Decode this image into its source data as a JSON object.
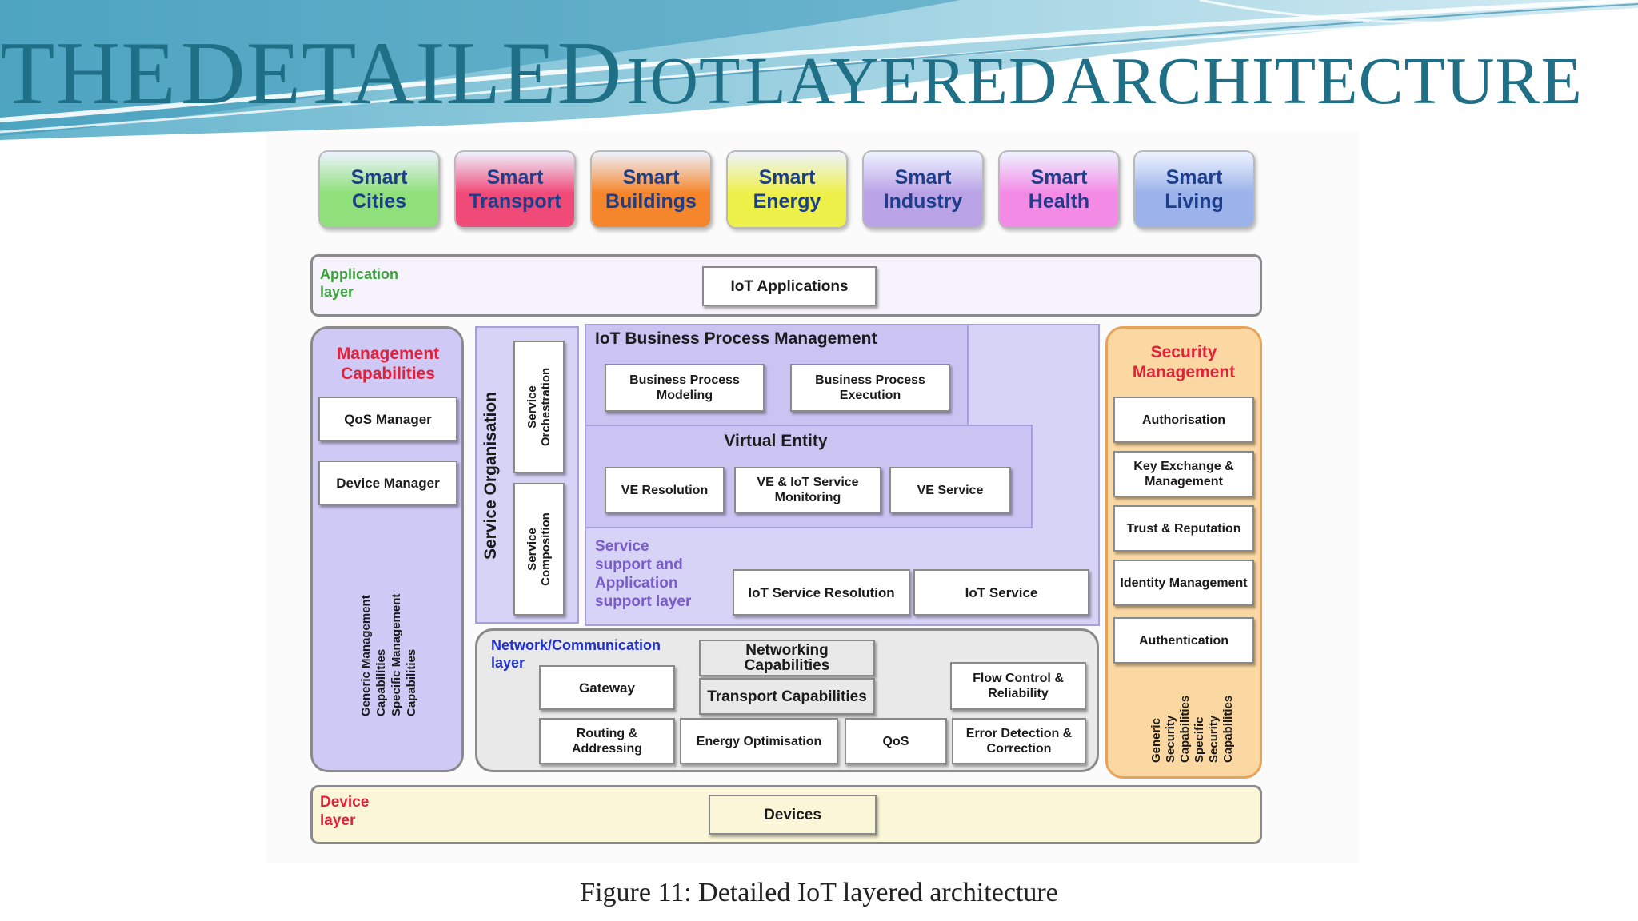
{
  "slide": {
    "title": {
      "part1": "THE",
      "part2": "DETAILED",
      "part3": "IOT",
      "part4": "LAYERED",
      "part5": "ARCHITECTURE"
    },
    "caption": "Figure 11: Detailed IoT layered architecture"
  },
  "colors": {
    "title": "#1f6f86",
    "lavender": "#cfc9f5",
    "security_orange": "#fbd7a2",
    "device_layer": "#fbf6d8"
  },
  "applications": [
    {
      "label": "Smart Cities",
      "color": "#8fe07a"
    },
    {
      "label": "Smart Transport",
      "color": "#f04a78"
    },
    {
      "label": "Smart Buildings",
      "color": "#f6862c"
    },
    {
      "label": "Smart Energy",
      "color": "#eef04a"
    },
    {
      "label": "Smart Industry",
      "color": "#b9a2e6"
    },
    {
      "label": "Smart Health",
      "color": "#f38ae6"
    },
    {
      "label": "Smart Living",
      "color": "#9bb3ea"
    }
  ],
  "application_layer": {
    "label": "Application layer",
    "box": "IoT Applications"
  },
  "management": {
    "title": "Management Capabilities",
    "items": [
      "QoS Manager",
      "Device Manager"
    ],
    "vertical_text": [
      "Generic Management",
      "Capabilities",
      "Specific Management",
      "Capabilities"
    ]
  },
  "service_organisation": {
    "label": "Service Organisation",
    "orchestration": "Service Orchestration",
    "composition": "Service Composition"
  },
  "business_process": {
    "title": "IoT Business Process Management",
    "items": [
      "Business Process Modeling",
      "Business Process Execution"
    ]
  },
  "virtual_entity": {
    "title": "Virtual Entity",
    "items": [
      "VE Resolution",
      "VE & IoT Service Monitoring",
      "VE Service"
    ]
  },
  "service_support": {
    "label": "Service support and Application support layer",
    "items": [
      "IoT Service Resolution",
      "IoT Service"
    ]
  },
  "network": {
    "label": "Network/Communication layer",
    "networking": "Networking Capabilities",
    "transport": "Transport Capabilities",
    "gateway": "Gateway",
    "routing": "Routing & Addressing",
    "energy": "Energy Optimisation",
    "qos": "QoS",
    "flow": "Flow Control & Reliability",
    "error": "Error Detection & Correction"
  },
  "security": {
    "title": "Security Management",
    "items": [
      "Authorisation",
      "Key Exchange & Management",
      "Trust & Reputation",
      "Identity Management",
      "Authentication"
    ],
    "vertical_text": [
      "Generic",
      "Security",
      "Capabilities",
      "Specific",
      "Security",
      "Capabilities"
    ]
  },
  "device_layer": {
    "label": "Device layer",
    "box": "Devices"
  }
}
